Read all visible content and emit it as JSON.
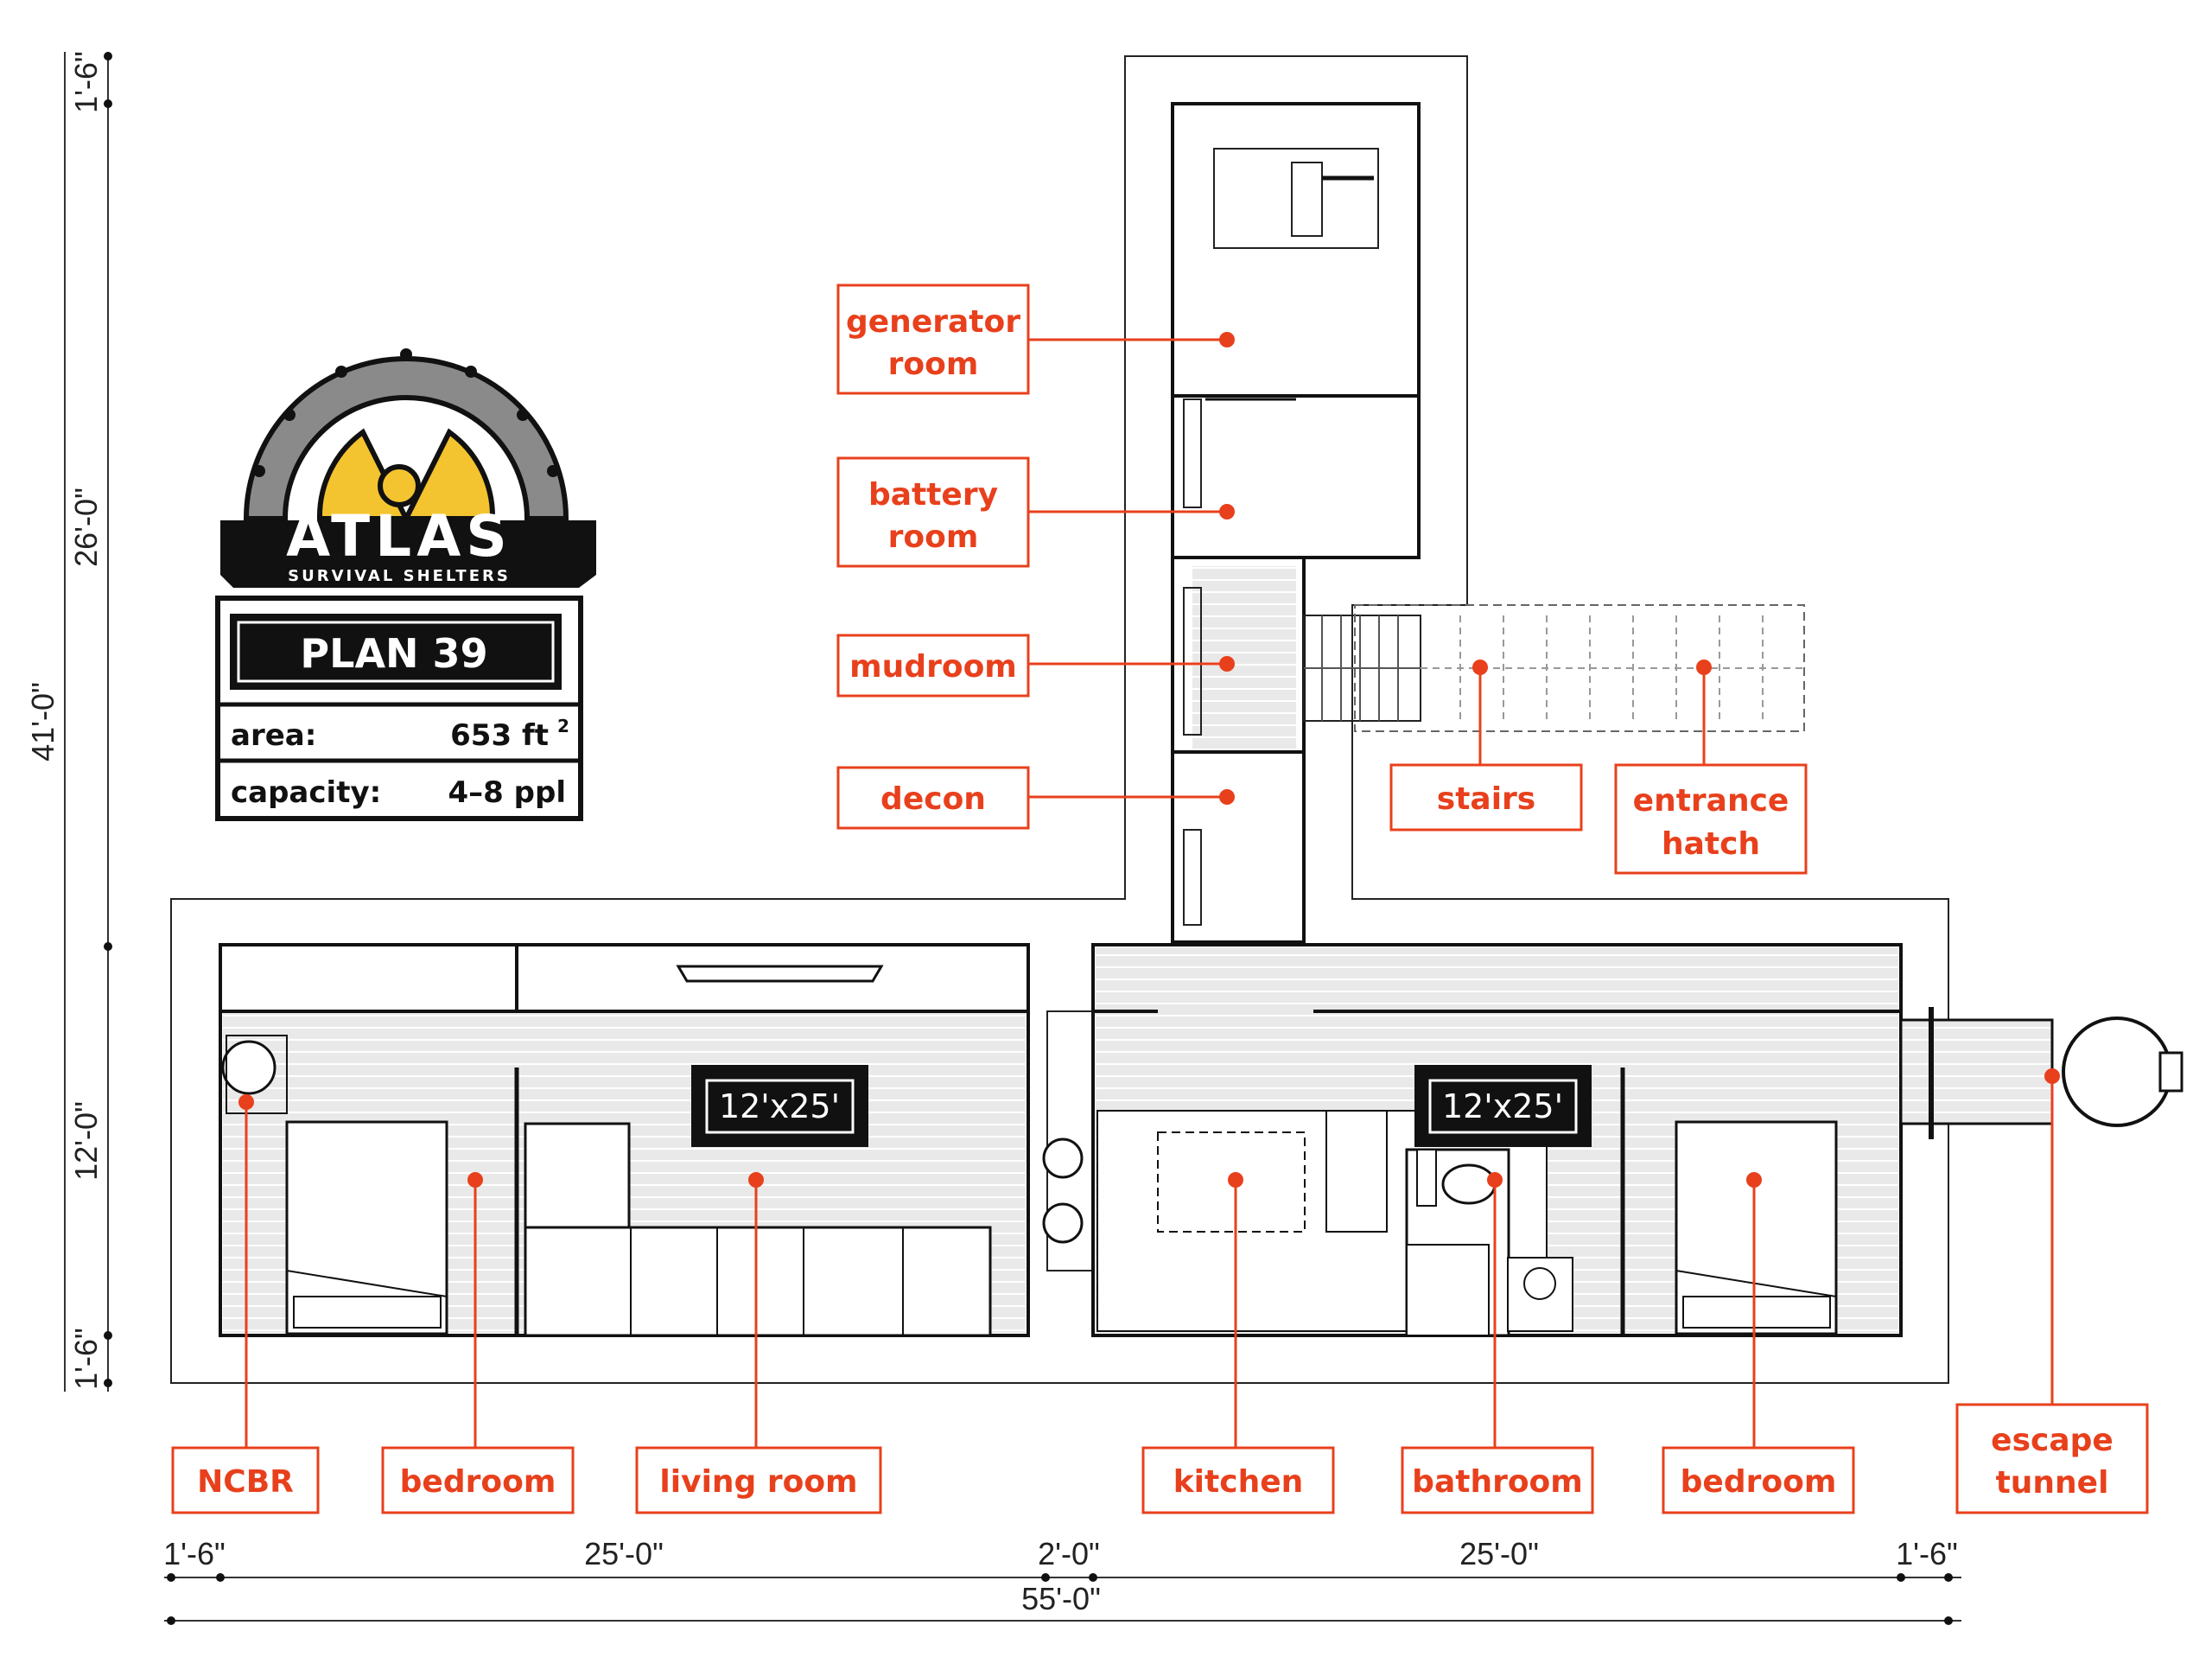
{
  "logo": {
    "brand": "ATLAS",
    "tagline": "SURVIVAL SHELTERS",
    "colors": {
      "dome": "#8a8a8a",
      "yellow": "#f4c430",
      "black": "#111111",
      "red": "#c4161c"
    }
  },
  "info_card": {
    "plan_title": "PLAN 39",
    "area_label": "area:",
    "area_value": "653 ft",
    "area_unit_sup": "2",
    "capacity_label": "capacity:",
    "capacity_value": "4–8 ppl"
  },
  "room_labels": {
    "generator_room": [
      "generator",
      "room"
    ],
    "battery_room": [
      "battery",
      "room"
    ],
    "mudroom": "mudroom",
    "decon": "decon",
    "stairs": "stairs",
    "entrance_hatch": [
      "entrance",
      "hatch"
    ],
    "ncbr": "NCBR",
    "bedroom_left": "bedroom",
    "living_room": "living room",
    "kitchen": "kitchen",
    "bathroom": "bathroom",
    "bedroom_right": "bedroom",
    "escape_tunnel": [
      "escape",
      "tunnel"
    ]
  },
  "module_tags": [
    "12'x25'",
    "12'x25'"
  ],
  "dimensions": {
    "left": [
      "1'-6\"",
      "26'-0\"",
      "41'-0\"",
      "12'-0\"",
      "1'-6\""
    ],
    "bottom_row": [
      "1'-6\"",
      "25'-0\"",
      "2'-0\"",
      "25'-0\"",
      "1'-6\""
    ],
    "bottom_total": "55'-0\""
  },
  "accent_color": "#e8401c"
}
